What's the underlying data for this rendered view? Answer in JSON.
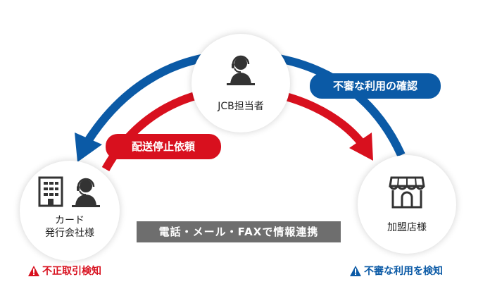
{
  "nodes": {
    "jcb": {
      "label": "JCB担当者",
      "icon": "operator-headset-icon"
    },
    "issuer": {
      "label_line1": "カード",
      "label_line2": "発行会社様",
      "icons": [
        "building-icon",
        "operator-headset-icon"
      ]
    },
    "merchant": {
      "label": "加盟店様",
      "icon": "storefront-icon"
    }
  },
  "arrows": {
    "blue": {
      "label": "不審な利用の確認",
      "color": "#0b5aa6"
    },
    "red": {
      "label": "配送停止依頼",
      "color": "#d8101e"
    }
  },
  "channel": {
    "label": "電話・メール・FAXで情報連携",
    "color": "#6e6e6e"
  },
  "alerts": {
    "issuer": {
      "text": "不正取引検知",
      "color": "#d8101e",
      "icon": "warning-icon"
    },
    "merchant": {
      "text": "不審な利用を検知",
      "color": "#0b5aa6",
      "icon": "warning-icon"
    }
  }
}
